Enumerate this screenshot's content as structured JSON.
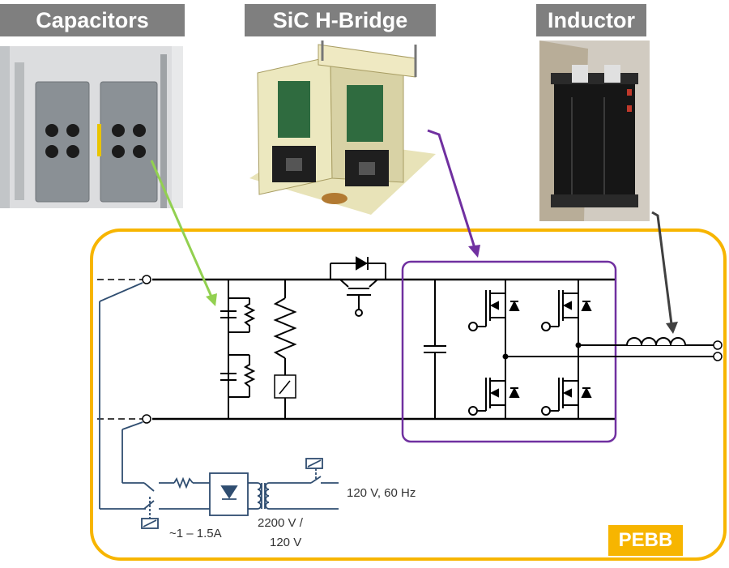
{
  "headers": {
    "capacitors": "Capacitors",
    "sic_bridge": "SiC H-Bridge",
    "inductor": "Inductor"
  },
  "labels": {
    "ac_supply": "120 V, 60 Hz",
    "current": "~1 – 1.5A",
    "transformer_line1": "2200 V /",
    "transformer_line2": "120 V"
  },
  "badge": "PEBB",
  "colors": {
    "header_bg": "#7f7f7f",
    "pebb_border": "#f7b500",
    "bridge_border": "#7030a0",
    "capacitor_arrow": "#92d050",
    "inductor_arrow": "#404040",
    "control_wiring": "#2f4d70"
  }
}
